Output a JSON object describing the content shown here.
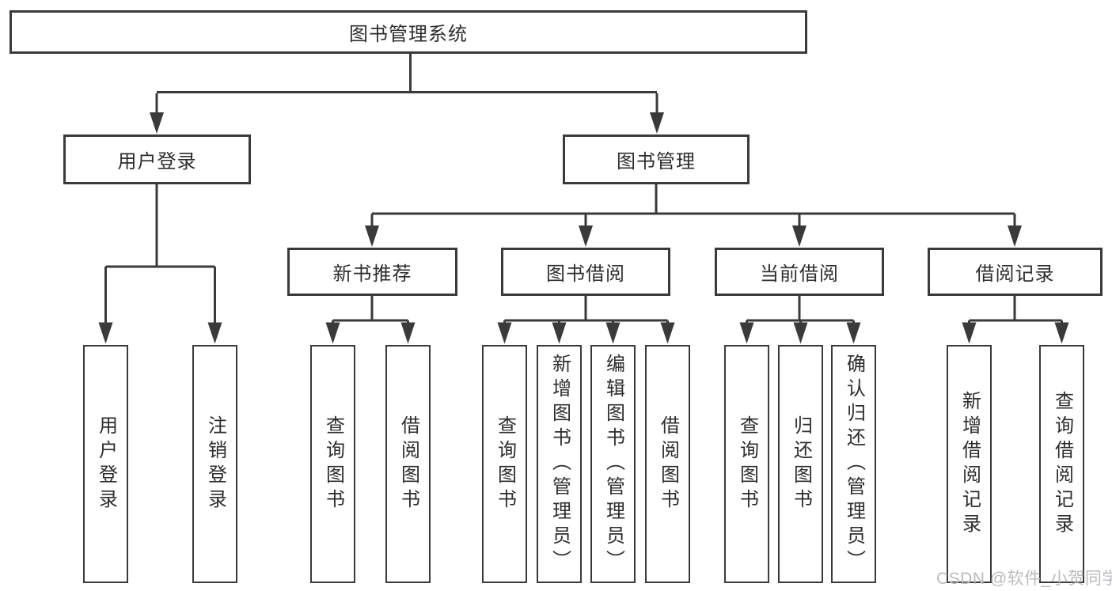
{
  "diagram": {
    "root": {
      "label": "图书管理系统"
    },
    "branches": [
      {
        "label": "用户登录",
        "children": [
          {
            "label": "用户登录"
          },
          {
            "label": "注销登录"
          }
        ]
      },
      {
        "label": "图书管理",
        "children": [
          {
            "label": "新书推荐",
            "children": [
              {
                "label": "查询图书"
              },
              {
                "label": "借阅图书"
              }
            ]
          },
          {
            "label": "图书借阅",
            "children": [
              {
                "label": "查询图书"
              },
              {
                "label": "新增图书（管理员）"
              },
              {
                "label": "编辑图书（管理员）"
              },
              {
                "label": "借阅图书"
              }
            ]
          },
          {
            "label": "当前借阅",
            "children": [
              {
                "label": "查询图书"
              },
              {
                "label": "归还图书"
              },
              {
                "label": "确认归还（管理员）"
              }
            ]
          },
          {
            "label": "借阅记录",
            "children": [
              {
                "label": "新增借阅记录"
              },
              {
                "label": "查询借阅记录"
              }
            ]
          }
        ]
      }
    ],
    "watermark": "CSDN @软件_小贺同学",
    "colors": {
      "line": "#3a3a3a",
      "text": "#2d2d2d",
      "watermark": "#b7bbc0",
      "background": "#ffffff"
    }
  }
}
